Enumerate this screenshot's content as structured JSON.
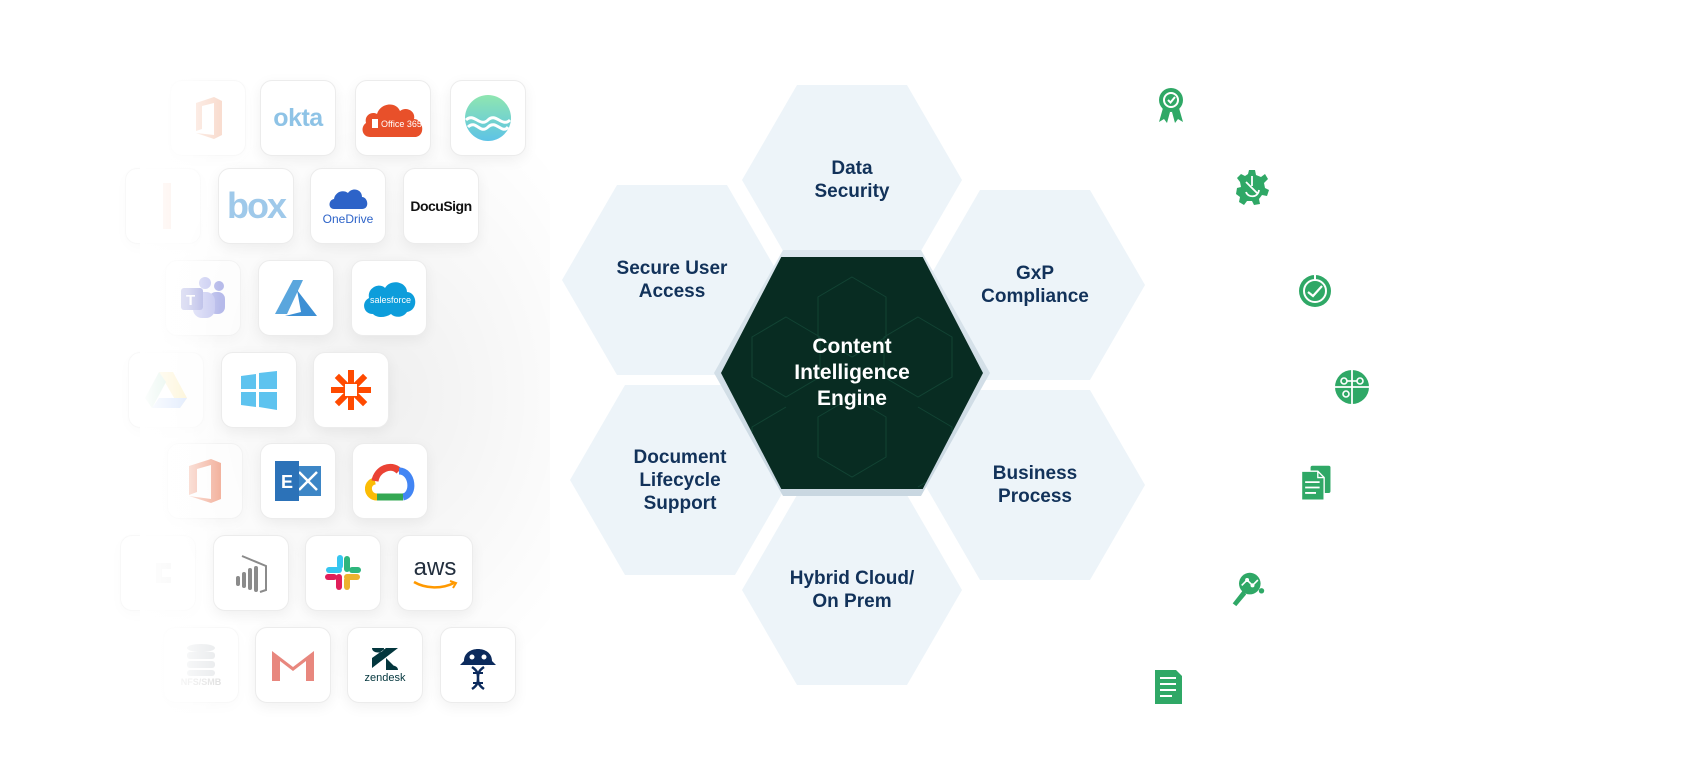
{
  "diagram": {
    "center": {
      "label": "Content\nIntelligence\nEngine"
    },
    "capabilities": [
      {
        "id": "data-security",
        "label": "Data\nSecurity"
      },
      {
        "id": "gxp-compliance",
        "label": "GxP\nCompliance"
      },
      {
        "id": "business-process",
        "label": "Business\nProcess"
      },
      {
        "id": "hybrid-cloud",
        "label": "Hybrid Cloud/\nOn Prem"
      },
      {
        "id": "document-lifecycle",
        "label": "Document\nLifecycle\nSupport"
      },
      {
        "id": "secure-user-access",
        "label": "Secure User\nAccess"
      }
    ],
    "colors": {
      "core": "#082c22",
      "hex_fill": "#edf4f9",
      "hex_text": "#12325a",
      "icon_green": "#2fa866"
    }
  },
  "integrations": [
    {
      "name": "Microsoft Office (faded)",
      "icon": "office-icon"
    },
    {
      "name": "okta",
      "label": "okta",
      "icon": "okta-logo"
    },
    {
      "name": "Office 365",
      "label": "Office 365",
      "icon": "office365-logo"
    },
    {
      "name": "Waves app",
      "icon": "waves-logo"
    },
    {
      "name": "Unknown (faded)",
      "icon": "red-app-icon"
    },
    {
      "name": "box",
      "label": "box",
      "icon": "box-logo"
    },
    {
      "name": "OneDrive",
      "label": "OneDrive",
      "icon": "onedrive-logo"
    },
    {
      "name": "DocuSign",
      "label": "DocuSign",
      "icon": "docusign-logo"
    },
    {
      "name": "Microsoft Teams",
      "icon": "teams-logo"
    },
    {
      "name": "Azure",
      "icon": "azure-logo"
    },
    {
      "name": "salesforce",
      "label": "salesforce",
      "icon": "salesforce-logo"
    },
    {
      "name": "Google Drive",
      "icon": "google-drive-logo"
    },
    {
      "name": "Windows",
      "icon": "windows-logo"
    },
    {
      "name": "Zapier",
      "icon": "zapier-logo"
    },
    {
      "name": "Microsoft Office",
      "icon": "office-logo"
    },
    {
      "name": "Exchange",
      "label": "E",
      "icon": "exchange-logo"
    },
    {
      "name": "Google Cloud",
      "icon": "google-cloud-logo"
    },
    {
      "name": "Unknown (faded)",
      "icon": "faded-c-icon"
    },
    {
      "name": "Power BI",
      "icon": "powerbi-logo"
    },
    {
      "name": "Slack",
      "icon": "slack-logo"
    },
    {
      "name": "aws",
      "label": "aws",
      "icon": "aws-logo"
    },
    {
      "name": "NFS/SMB",
      "label": "NFS/SMB",
      "icon": "database-icon"
    },
    {
      "name": "Gmail",
      "icon": "gmail-logo"
    },
    {
      "name": "zendesk",
      "label": "zendesk",
      "icon": "zendesk-logo"
    },
    {
      "name": "Bio robot",
      "icon": "bio-robot-logo"
    }
  ],
  "feature_icons": [
    "award-ribbon-icon",
    "gear-science-icon",
    "check-clock-icon",
    "globe-network-icon",
    "documents-icon",
    "analytics-search-icon",
    "list-document-icon"
  ]
}
